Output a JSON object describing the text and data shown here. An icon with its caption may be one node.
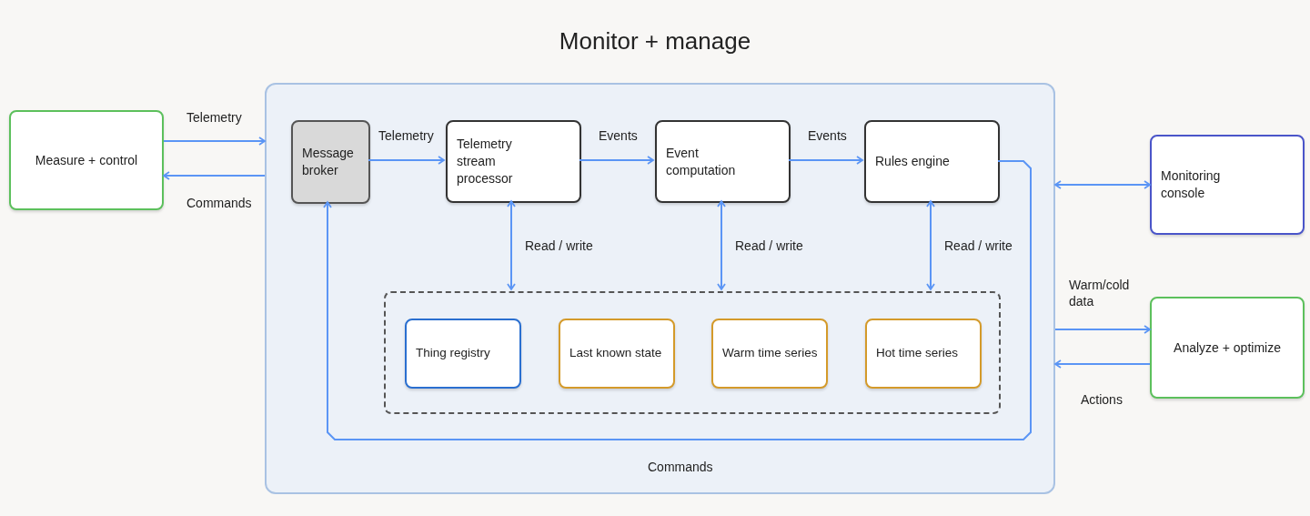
{
  "diagram": {
    "title": "Monitor + manage",
    "nodes": [
      {
        "text": [
          "Measure + control"
        ]
      },
      {
        "text": [],
        "shape": "box"
      },
      {
        "text": [
          "Message broker"
        ],
        "in": 1
      },
      {
        "text": [
          "Telemetry stream processor"
        ],
        "in": 1
      },
      {
        "text": [
          "Event computation"
        ],
        "in": 1
      },
      {
        "text": [
          "Rules engine"
        ],
        "in": 1
      },
      {
        "text": [],
        "shape": "box",
        "in": 1
      },
      {
        "text": [
          "Thing registry"
        ],
        "in": 6
      },
      {
        "text": [
          "Last known state"
        ],
        "in": 6
      },
      {
        "text": [
          "Warm time series"
        ],
        "in": 6
      },
      {
        "text": [
          "Hot time series"
        ],
        "in": 6
      },
      {
        "text": [
          "Monitoring console"
        ]
      },
      {
        "text": [
          "Analyze + optimize"
        ]
      }
    ],
    "edges": [
      {
        "from": 0,
        "to": 1,
        "arrow": "to",
        "label": "Telemetry"
      },
      {
        "from": 1,
        "to": 0,
        "arrow": "to",
        "label": "Commands"
      },
      {
        "from": 2,
        "to": 3,
        "arrow": "to",
        "label": "Telemetry"
      },
      {
        "from": 3,
        "to": 4,
        "arrow": "to",
        "label": "Events"
      },
      {
        "from": 4,
        "to": 5,
        "arrow": "to",
        "label": "Events"
      },
      {
        "from": 3,
        "to": 6,
        "arrow": "both",
        "label": "Read / write"
      },
      {
        "from": 4,
        "to": 6,
        "arrow": "both",
        "label": "Read / write"
      },
      {
        "from": 5,
        "to": 6,
        "arrow": "both",
        "label": "Read / write"
      },
      {
        "from": 5,
        "to": 2,
        "arrow": "to",
        "label": "Commands"
      },
      {
        "from": 1,
        "to": 11,
        "arrow": "both"
      },
      {
        "from": 1,
        "to": 12,
        "arrow": "to",
        "label": "Warm/cold data"
      },
      {
        "from": 12,
        "to": 1,
        "arrow": "to",
        "label": "Actions"
      }
    ]
  }
}
